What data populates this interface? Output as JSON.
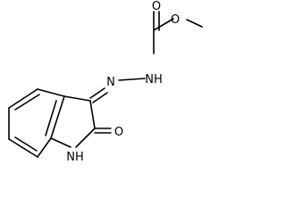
{
  "molecule": {
    "atom_labels": {
      "ester_oxygen": "O",
      "carbonyl_oxygen_ester": "O",
      "hydrazone_nh": "NH",
      "imine_nitrogen": "N",
      "lactam_oxygen": "O",
      "ring_nh": "NH"
    }
  },
  "colors": {
    "bond": "#000000",
    "label": "#000000",
    "background": "#ffffff"
  }
}
